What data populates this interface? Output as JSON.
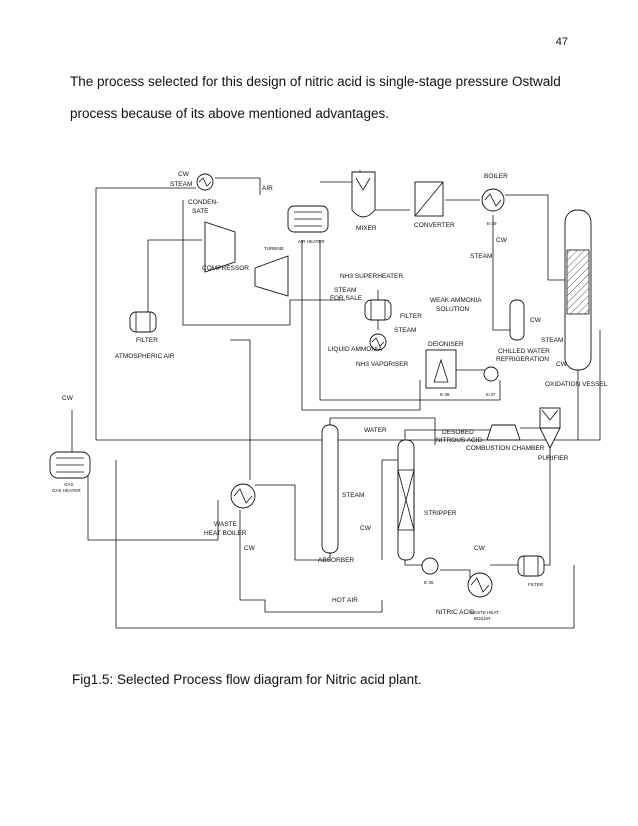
{
  "page": {
    "number": "47",
    "paragraph_line1": "The process selected for this design of nitric acid is single-stage pressure Ostwald",
    "paragraph_line2": "process because of its above mentioned advantages.",
    "caption": "Fig1.5: Selected Process flow diagram for Nitric acid plant."
  },
  "diagram": {
    "labels": {
      "cw_top": "CW",
      "steam_top": "STEAM",
      "air": "AIR",
      "condensate_1": "CONDEN-",
      "condensate_2": "SATE",
      "turbine": "TURBINE",
      "air_heater": "AIR HEATER",
      "compressor": "COMPRESSOR",
      "mixer": "MIXER",
      "converter": "CONVERTER",
      "boiler": "BOILER",
      "cw_boiler": "CW",
      "steam_right": "STEAM",
      "nh3_superheater": "NH3 SUPERHEATER",
      "steam_for_sale_1": "STEAM",
      "steam_for_sale_2": "FOR SALE",
      "weak_ammonia_1": "WEAK AMMONIA",
      "weak_ammonia_2": "SOLUTION",
      "filter_mid": "FILTER",
      "steam_mid": "STEAM",
      "cw_chiller": "CW",
      "steam_ox": "STEAM",
      "liquid_ammonia": "LIQUID AMMONIA",
      "deioniser": "DEIONISER",
      "chilled_1": "CHILLED WATER",
      "chilled_2": "REFRIGERATION",
      "nh3_vaporiser": "NH3 VAPORISER",
      "cw_ox": "CW",
      "oxidation_vessel": "OXIDATION VESSEL",
      "filter_left": "FILTER",
      "atmospheric_air": "ATMOSPHERIC AIR",
      "cw_left": "CW",
      "gas_heater_1": "GAS",
      "gas_heater_2": "GAS HEATER",
      "water": "WATER",
      "desorbed_1": "DESOBED",
      "desorbed_2": "NITROUS ACID",
      "combustion_chamber": "COMBUSTION CHAMBER",
      "purifier": "PURIFIER",
      "steam_absorber": "STEAM",
      "cw_absorber": "CW",
      "stripper": "STRIPPER",
      "waste_1": "WASTE",
      "waste_2": "HEAT BOILER",
      "cw_waste": "CW",
      "absorber": "ABSORBER",
      "cw_bottom": "CW",
      "hot_air": "HOT AIR",
      "nitric_acid": "NITRIC ACID",
      "waste_heat_boiler_small_1": "WASTE HEAT",
      "waste_heat_boiler_small_2": "BOILER",
      "filter_bottom": "FILTER",
      "tag_e38": "E-38",
      "tag_e37": "E-37",
      "tag_e35": "E-35",
      "tag_e39": "E-39"
    }
  }
}
